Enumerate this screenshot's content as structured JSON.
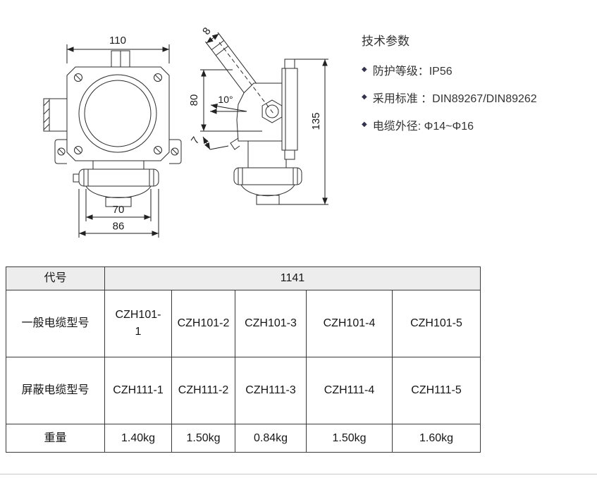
{
  "specs": {
    "title": "技术参数",
    "bullet": "◆",
    "items": [
      "防护等级：IP56",
      "采用标准 ：DIN89267/DIN89262",
      "电缆外径: Φ14~Φ16"
    ]
  },
  "drawing": {
    "dims": {
      "top_width": "110",
      "inner_width": "70",
      "outer_width": "86",
      "entry": "8",
      "body_height": "80",
      "angle": "10°",
      "lip": "7",
      "total_height": "135"
    }
  },
  "table": {
    "code_label": "代号",
    "code_value": "1141",
    "rows": [
      {
        "label": "一般电缆型号",
        "values": [
          "CZH101-1",
          "CZH101-2",
          "CZH101-3",
          "CZH101-4",
          "CZH101-5"
        ]
      },
      {
        "label": "屏蔽电缆型号",
        "values": [
          "CZH111-1",
          "CZH111-2",
          "CZH111-3",
          "CZH111-4",
          "CZH111-5"
        ]
      },
      {
        "label": "重量",
        "values": [
          "1.40kg",
          "1.50kg",
          "0.84kg",
          "1.50kg",
          "1.60kg"
        ]
      }
    ]
  }
}
